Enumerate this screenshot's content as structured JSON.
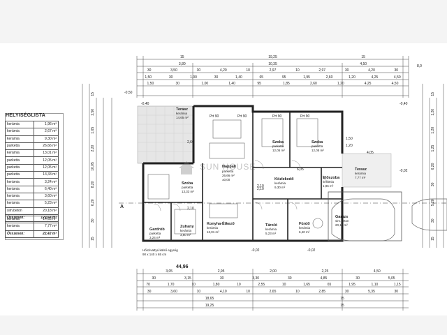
{
  "room_list": {
    "title": "HELYISÉGLISTA",
    "rows": [
      {
        "material": "kerámia",
        "area": "1,96 m²"
      },
      {
        "material": "kerámia",
        "area": "2,67 m²"
      },
      {
        "material": "kerámia",
        "area": "9,30 m²"
      },
      {
        "material": "parketta",
        "area": "26,66 m²"
      },
      {
        "material": "kerámia",
        "area": "13,01 m²"
      },
      {
        "material": "parketta",
        "area": "12,05 m²"
      },
      {
        "material": "parketta",
        "area": "12,05 m²"
      },
      {
        "material": "parketta",
        "area": "13,33 m²"
      },
      {
        "material": "kerámia",
        "area": "3,24 m²"
      },
      {
        "material": "kerámia",
        "area": "6,40 m²"
      },
      {
        "material": "kerámia",
        "area": "3,60 m²"
      },
      {
        "material": "kerámia",
        "area": "5,23 m²"
      },
      {
        "material": "sim.beton",
        "area": "20,18 m²"
      }
    ],
    "total_label": "Összesen:",
    "total": "120,68 m²",
    "rows2": [
      {
        "material": "kerámia",
        "area": "14,65 m²"
      },
      {
        "material": "kerámia",
        "area": "7,77 m²"
      }
    ],
    "total2": "22,42 m²"
  },
  "rooms": [
    {
      "name": "Terasz",
      "lines": [
        "kerámia",
        "14,65 m²"
      ]
    },
    {
      "name": "Nappali",
      "lines": [
        "parketta",
        "26,66 m²",
        "±0,00"
      ]
    },
    {
      "name": "Szoba",
      "lines": [
        "parketta",
        "12,05 m²"
      ]
    },
    {
      "name": "Szoba",
      "lines": [
        "parketta",
        "12,05 m²"
      ]
    },
    {
      "name": "Előszoba",
      "lines": [
        "kerámia",
        "1,96 m²"
      ]
    },
    {
      "name": "Közlekedő",
      "lines": [
        "kerámia",
        "9,30 m²"
      ]
    },
    {
      "name": "Terasz",
      "lines": [
        "kerámia",
        "7,77 m²"
      ]
    },
    {
      "name": "Szoba",
      "lines": [
        "parketta",
        "13,33 m²"
      ]
    },
    {
      "name": "Konyha-Étkező",
      "lines": [
        "kerámia",
        "13,01 m²"
      ]
    },
    {
      "name": "Gardrób",
      "lines": [
        "parketta",
        "3,24 m²"
      ]
    },
    {
      "name": "Zuhany",
      "lines": [
        "kerámia",
        "3,60 m²"
      ]
    },
    {
      "name": "Tároló",
      "lines": [
        "kerámia",
        "5,23 m²"
      ]
    },
    {
      "name": "Fürdő",
      "lines": [
        "kerámia",
        "6,40 m²"
      ]
    },
    {
      "name": "Garázs",
      "lines": [
        "sim.beton",
        "20,18 m²"
      ]
    }
  ],
  "dims_top": {
    "row1": [
      "15",
      "19,25",
      "15"
    ],
    "row2": [
      "3,80",
      "10,35",
      "4,50"
    ],
    "row3": [
      "30",
      "3,50",
      "30",
      "4,20",
      "10",
      "2,97",
      "10",
      "2,97",
      "30",
      "4,20",
      "30"
    ],
    "row4": [
      "1,50",
      "30",
      "1,00",
      "30",
      "1,40",
      "65",
      "95",
      "1,95",
      "2,60",
      "1,20",
      "4,25",
      "4,50"
    ],
    "row5": [
      "1,50",
      "30",
      "1,00",
      "1,40",
      "95",
      "1,85",
      "2,60",
      "1,20",
      "4,25",
      "4,50"
    ],
    "right": "8,0"
  },
  "dims_bottom": {
    "row1": [
      "3,05",
      "2,95",
      "2,00",
      "2,25",
      "4,50"
    ],
    "row2": [
      "30",
      "3,15",
      "30",
      "3,30",
      "30",
      "4,85",
      "30",
      "5,05"
    ],
    "row3": [
      "70",
      "1,70",
      "10",
      "1,80",
      "10",
      "2,55",
      "10",
      "1,65",
      "65",
      "1,95",
      "1,10",
      "1,15"
    ],
    "row4": [
      "30",
      "3,60",
      "10",
      "4,10",
      "10",
      "2,65",
      "10",
      "2,85",
      "30",
      "5,35",
      "30"
    ],
    "row5": [
      "18,65",
      "15"
    ],
    "row6": [
      "19,25",
      "15"
    ]
  },
  "dims_left": [
    "15",
    "2,50",
    "1,65",
    "2,20",
    "10,05",
    "8,20",
    "6,20",
    "30",
    "15"
  ],
  "dims_right": [
    "15",
    "1,20",
    "1,20",
    "1,25",
    "6,20",
    "30",
    "5,20",
    "30",
    "15"
  ],
  "openings": [
    "-0,50",
    "-0,40",
    "2,60",
    "Prt 90",
    "Prt 90",
    "Prt 90",
    "Prt 90",
    "2,10",
    "2,10",
    "1,20",
    "1,50",
    "6,05",
    "2,10",
    "4,05",
    "-0,40",
    "-0,02",
    "-0,02",
    "-0,02"
  ],
  "section_mark": "A",
  "plan_title": "44,96",
  "note": "Hőszivattyú külső egység\n90 x 140 x 65 cm",
  "watermark": "SUN HOUSE"
}
